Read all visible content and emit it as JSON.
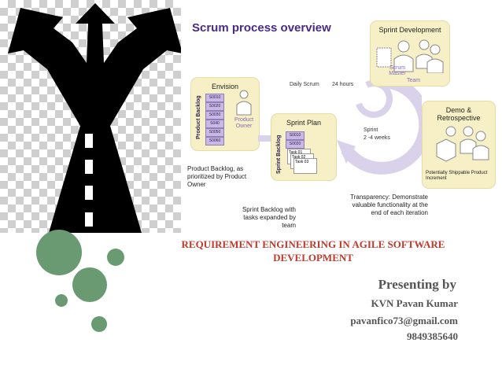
{
  "diagram": {
    "title": "Scrum process overview",
    "envision": {
      "title": "Envision",
      "vertical_label": "Product Backlog",
      "items": [
        "S0010",
        "S0020",
        "S0030",
        "S040",
        "S0050",
        "S0060"
      ],
      "owner_label": "Product Owner"
    },
    "sprint_plan": {
      "title": "Sprint Plan",
      "vertical_label": "Sprint Backlog",
      "items": [
        "S0010",
        "S0020"
      ],
      "tasks": [
        "Task 01",
        "Task 02",
        "Task 03"
      ]
    },
    "sprint_development": {
      "title": "Sprint Development",
      "master_label": "Scrum Master",
      "team_label": "Team"
    },
    "demo": {
      "title": "Demo & Retrospective",
      "product_label": "Potentially Shippable Product Increment"
    },
    "cycle": {
      "daily_scrum": "Daily Scrum",
      "hours": "24 hours",
      "sprint_label": "Sprint",
      "sprint_weeks": "2 -4 weeks"
    },
    "notes": {
      "product_backlog": "Product Backlog, as prioritized by Product Owner",
      "sprint_backlog": "Sprint Backlog with tasks expanded by team",
      "transparency": "Transparency: Demonstrate valuable functionality at the end of each iteration"
    }
  },
  "slide": {
    "title": "REQUIREMENT ENGINEERING IN  AGILE SOFTWARE DEVELOPMENT",
    "presenting_by": "Presenting by",
    "presenter_name": "KVN Pavan Kumar",
    "email": "pavanfico73@gmail.com",
    "phone": "9849385640"
  },
  "colors": {
    "title_red": "#c0392b",
    "diagram_title_purple": "#4b2a86",
    "box_fill": "#f7f0c6",
    "item_fill": "#c9b8e6",
    "bullet_green": "#6a9a72"
  }
}
